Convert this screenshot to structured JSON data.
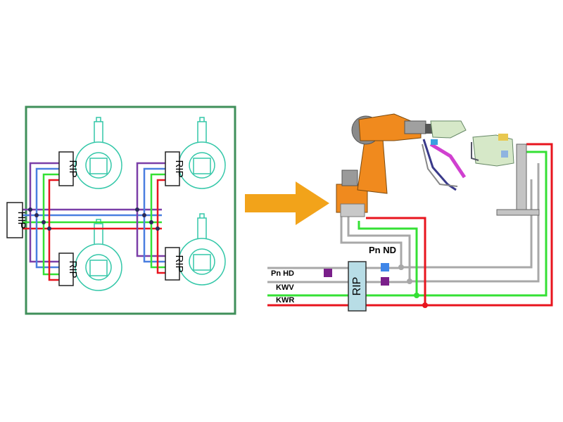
{
  "left_panel": {
    "hip_label": "HIP",
    "rip_labels": [
      "RIP",
      "RIP",
      "RIP",
      "RIP"
    ]
  },
  "right_panel": {
    "rip_label": "RIP",
    "line_labels": {
      "pn_nd": "Pn ND",
      "pn_hd": "Pn HD",
      "kwv": "KWV",
      "kwr": "KWR"
    }
  },
  "colors": {
    "frame_border": "#3f8f5a",
    "purple_line": "#7b3fa8",
    "blue_line": "#4a7fe0",
    "green_line": "#34e034",
    "red_line": "#e8141e",
    "gray_line": "#a8a8a8",
    "arrow": "#f2a31a",
    "robot_sketch": "#33c7a8",
    "robot_body": "#f08a1e",
    "rip_box_fill": "#b8dde6",
    "valve_purple": "#7a1f8a",
    "valve_blue": "#3f86e8"
  },
  "icons": {
    "robot_sketch": "robot-top-view-icon",
    "robot_3d": "industrial-robot-icon",
    "weld_gun": "spot-weld-gun-icon",
    "gun_stand": "tool-stand-icon",
    "flow_arrow": "right-arrow-icon"
  }
}
